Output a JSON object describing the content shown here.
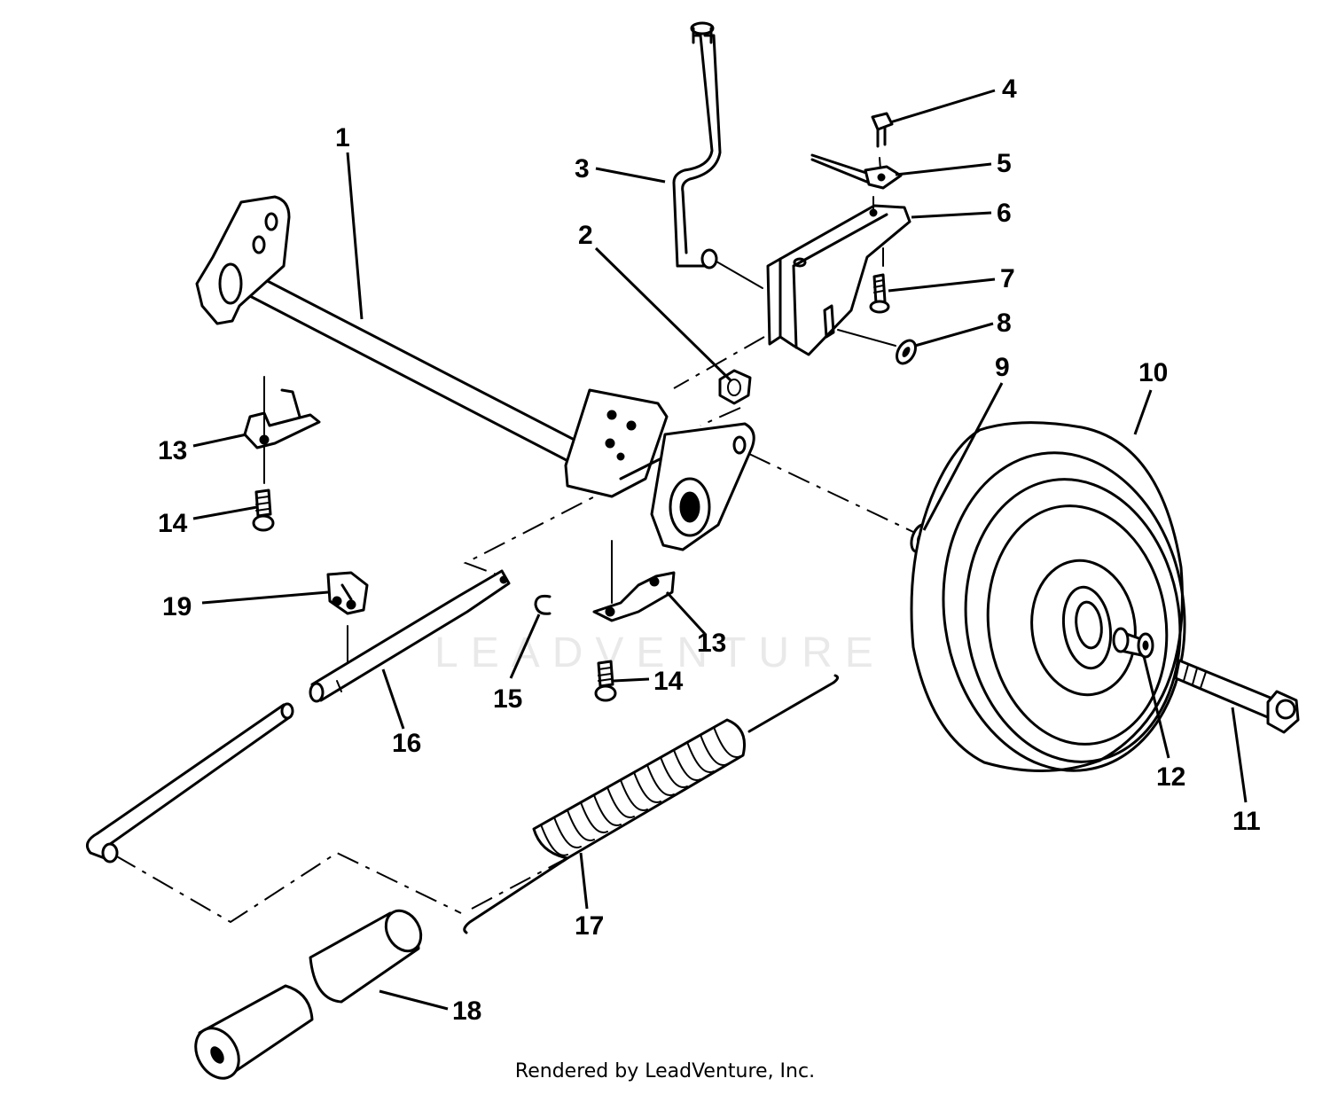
{
  "diagram": {
    "callouts": [
      {
        "id": "1",
        "label": "1"
      },
      {
        "id": "2",
        "label": "2"
      },
      {
        "id": "3",
        "label": "3"
      },
      {
        "id": "4",
        "label": "4"
      },
      {
        "id": "5",
        "label": "5"
      },
      {
        "id": "6",
        "label": "6"
      },
      {
        "id": "7",
        "label": "7"
      },
      {
        "id": "8",
        "label": "8"
      },
      {
        "id": "9",
        "label": "9"
      },
      {
        "id": "10",
        "label": "10"
      },
      {
        "id": "11",
        "label": "11"
      },
      {
        "id": "12",
        "label": "12"
      },
      {
        "id": "13a",
        "label": "13"
      },
      {
        "id": "13b",
        "label": "13"
      },
      {
        "id": "14a",
        "label": "14"
      },
      {
        "id": "14b",
        "label": "14"
      },
      {
        "id": "15",
        "label": "15"
      },
      {
        "id": "16",
        "label": "16"
      },
      {
        "id": "17",
        "label": "17"
      },
      {
        "id": "18",
        "label": "18"
      },
      {
        "id": "19",
        "label": "19"
      }
    ],
    "watermark": "LEADVENTURE",
    "footer": "Rendered by LeadVenture, Inc."
  }
}
